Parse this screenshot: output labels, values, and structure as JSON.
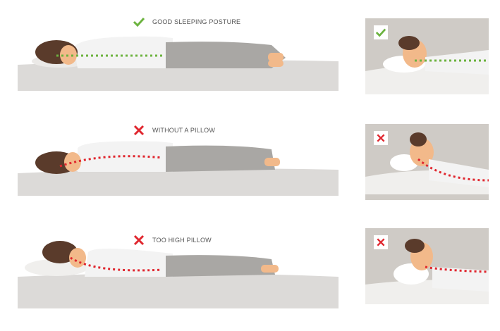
{
  "rows": [
    {
      "label": "GOOD SLEEPING POSTURE",
      "status": "good",
      "icon": "check-icon",
      "spine_color": "#6cb33f"
    },
    {
      "label": "WITHOUT A PILLOW",
      "status": "bad",
      "icon": "cross-icon",
      "spine_color": "#e0262e"
    },
    {
      "label": "TOO HIGH PILLOW",
      "status": "bad",
      "icon": "cross-icon",
      "spine_color": "#e0262e"
    }
  ],
  "colors": {
    "good": "#6cb33f",
    "bad": "#e0262e",
    "mattress": "#dcdad8",
    "panel": "#cfcbc6",
    "shirt": "#f3f3f3",
    "pants": "#a9a7a4",
    "hair": "#5a3b2b",
    "skin": "#f2b98a"
  }
}
